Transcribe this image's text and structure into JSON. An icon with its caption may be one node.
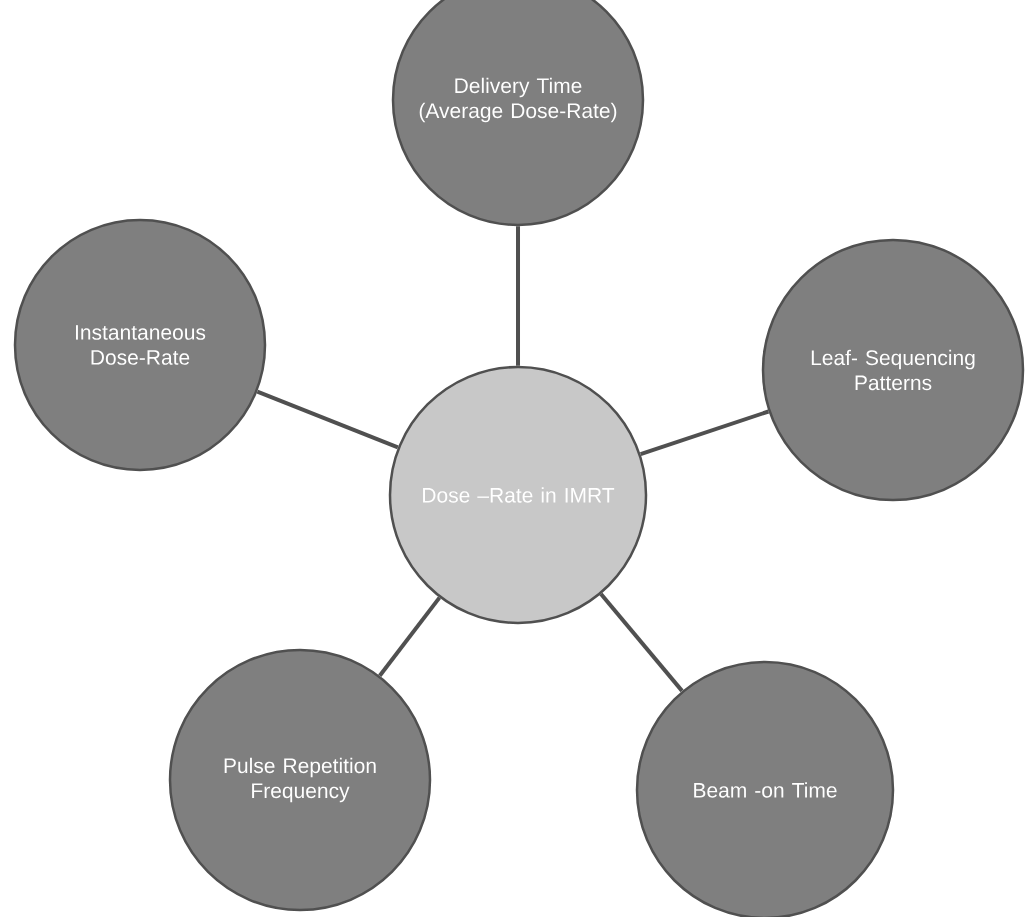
{
  "diagram": {
    "nodes": [
      {
        "text": [
          "Delivery Time (Average Dose-Rate)"
        ]
      },
      {
        "text": [
          "Instantaneous Dose-Rate"
        ]
      },
      {
        "text": [
          "Leaf- Sequencing Patterns"
        ]
      },
      {
        "text": [
          "Dose –Rate in IMRT"
        ]
      },
      {
        "text": [
          "Pulse Repetition Frequency"
        ]
      },
      {
        "text": [
          "Beam -on Time"
        ]
      }
    ],
    "edges": [
      {
        "from": 3,
        "to": 0,
        "arrow": "none"
      },
      {
        "from": 3,
        "to": 1,
        "arrow": "none"
      },
      {
        "from": 3,
        "to": 2,
        "arrow": "none"
      },
      {
        "from": 3,
        "to": 4,
        "arrow": "none"
      },
      {
        "from": 3,
        "to": 5,
        "arrow": "none"
      }
    ]
  }
}
